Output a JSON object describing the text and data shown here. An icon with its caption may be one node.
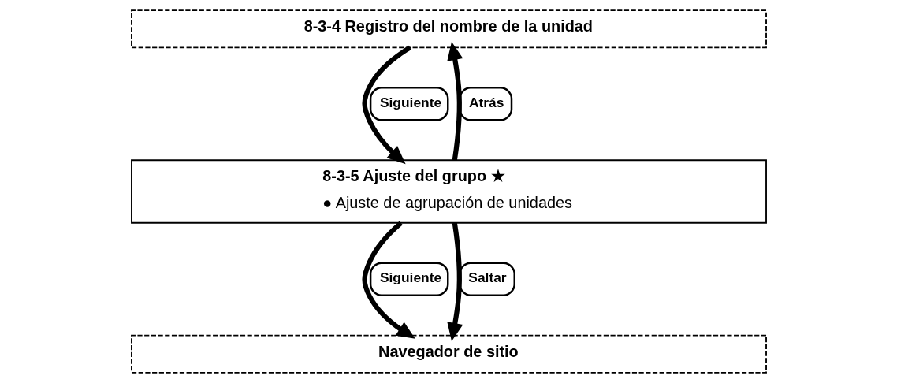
{
  "diagram": {
    "nodes": [
      {
        "text": [
          "8-3-4 Registro del nombre de la unidad"
        ]
      },
      {
        "text": [
          "8-3-5 Ajuste del grupo ★",
          "● Ajuste de agrupación de unidades"
        ]
      },
      {
        "text": [
          "Navegador de sitio"
        ]
      }
    ],
    "edges": [
      {
        "from": 0,
        "to": 1,
        "arrow": "to",
        "label": "Siguiente"
      },
      {
        "from": 1,
        "to": 0,
        "arrow": "to",
        "label": "Atrás"
      },
      {
        "from": 1,
        "to": 2,
        "arrow": "to",
        "label": "Siguiente"
      },
      {
        "from": 1,
        "to": 2,
        "arrow": "to",
        "label": "Saltar"
      }
    ]
  }
}
